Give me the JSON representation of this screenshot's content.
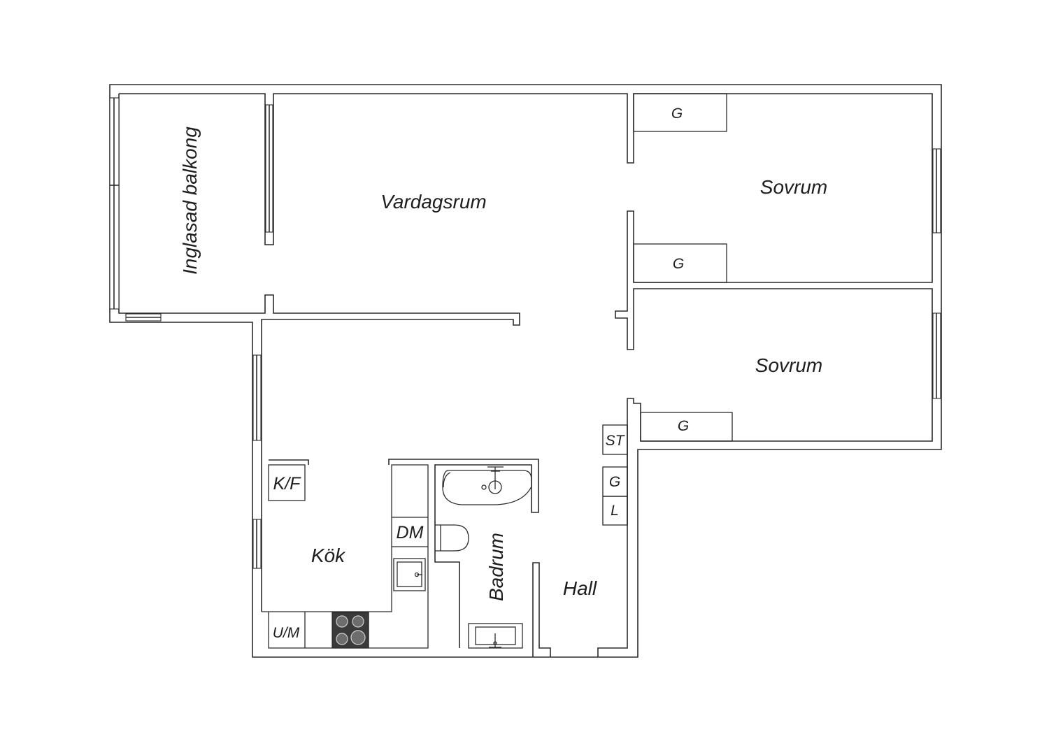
{
  "rooms": {
    "balcony": "Inglasad balkong",
    "living_room": "Vardagsrum",
    "bedroom_1": "Sovrum",
    "bedroom_2": "Sovrum",
    "kitchen": "Kök",
    "bathroom": "Badrum",
    "hall": "Hall"
  },
  "storage": {
    "bedroom_1_wardrobe_top": "G",
    "bedroom_1_wardrobe_bottom": "G",
    "bedroom_2_wardrobe": "G",
    "hall_st": "ST",
    "hall_g": "G",
    "hall_l": "L"
  },
  "appliances": {
    "fridge_freezer": "K/F",
    "dishwasher": "DM",
    "oven_microwave": "U/M"
  },
  "colors": {
    "wall": "#2b2b2b",
    "stove": "#3a3a3a",
    "background": "#ffffff"
  }
}
